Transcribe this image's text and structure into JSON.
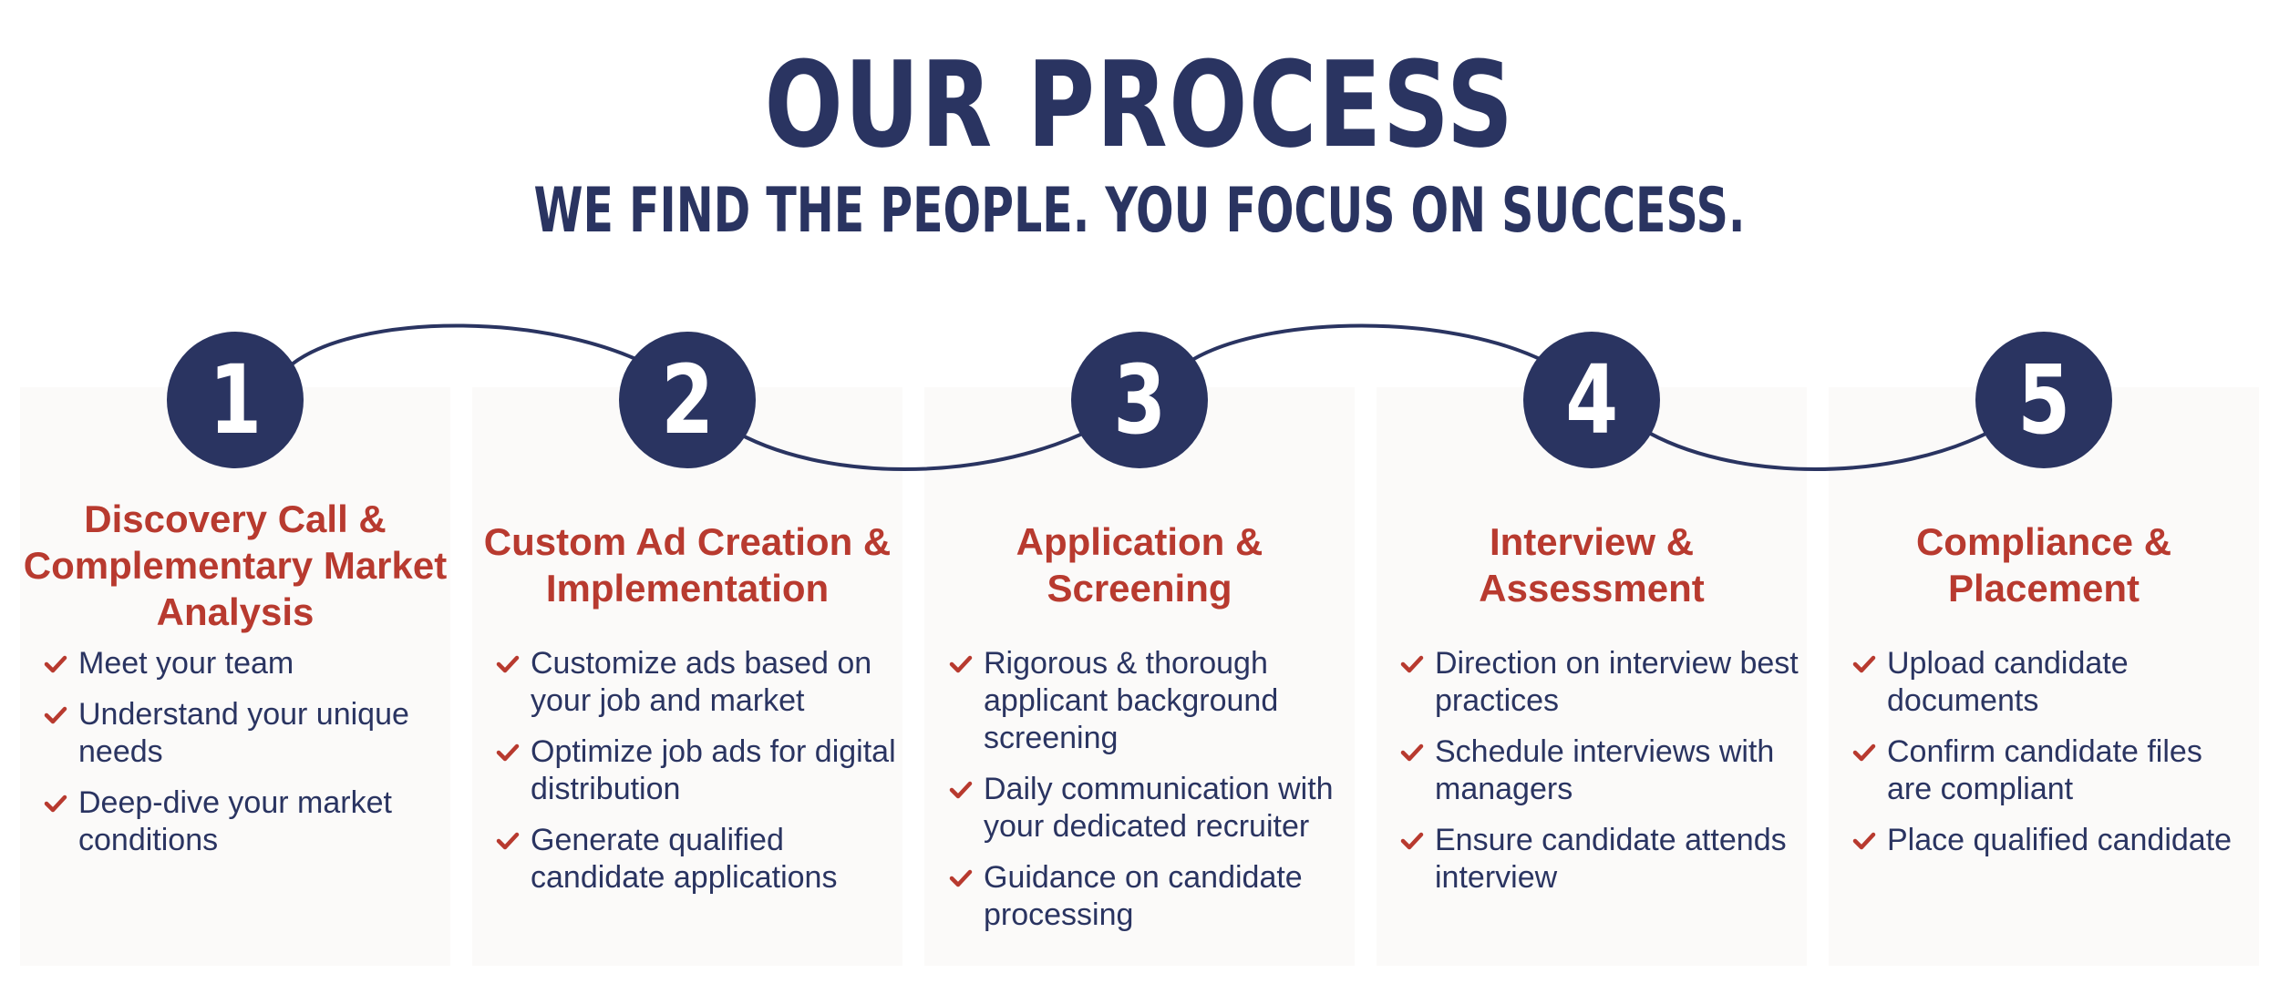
{
  "header": {
    "title": "OUR PROCESS",
    "subtitle": "WE FIND THE PEOPLE. YOU FOCUS ON SUCCESS."
  },
  "colors": {
    "navy": "#2a3461",
    "red": "#b83a2f",
    "card_bg": "#fbfaf9"
  },
  "steps": [
    {
      "number": "1",
      "title": "Discovery Call & Complementary Market Analysis",
      "bullets": [
        "Meet your team",
        "Understand your unique needs",
        "Deep-dive your market conditions"
      ]
    },
    {
      "number": "2",
      "title": "Custom Ad Creation & Implementation",
      "bullets": [
        "Customize ads based on your job and market",
        "Optimize job ads for digital distribution",
        "Generate qualified candidate applications"
      ]
    },
    {
      "number": "3",
      "title": "Application & Screening",
      "bullets": [
        "Rigorous & thorough applicant background screening",
        "Daily communication with your dedicated recruiter",
        "Guidance on candidate processing"
      ]
    },
    {
      "number": "4",
      "title": "Interview & Assessment",
      "bullets": [
        "Direction on interview best practices",
        "Schedule interviews with managers",
        "Ensure candidate attends interview"
      ]
    },
    {
      "number": "5",
      "title": "Compliance & Placement",
      "bullets": [
        "Upload candidate documents",
        "Confirm candidate files are compliant",
        "Place qualified candidate"
      ]
    }
  ]
}
